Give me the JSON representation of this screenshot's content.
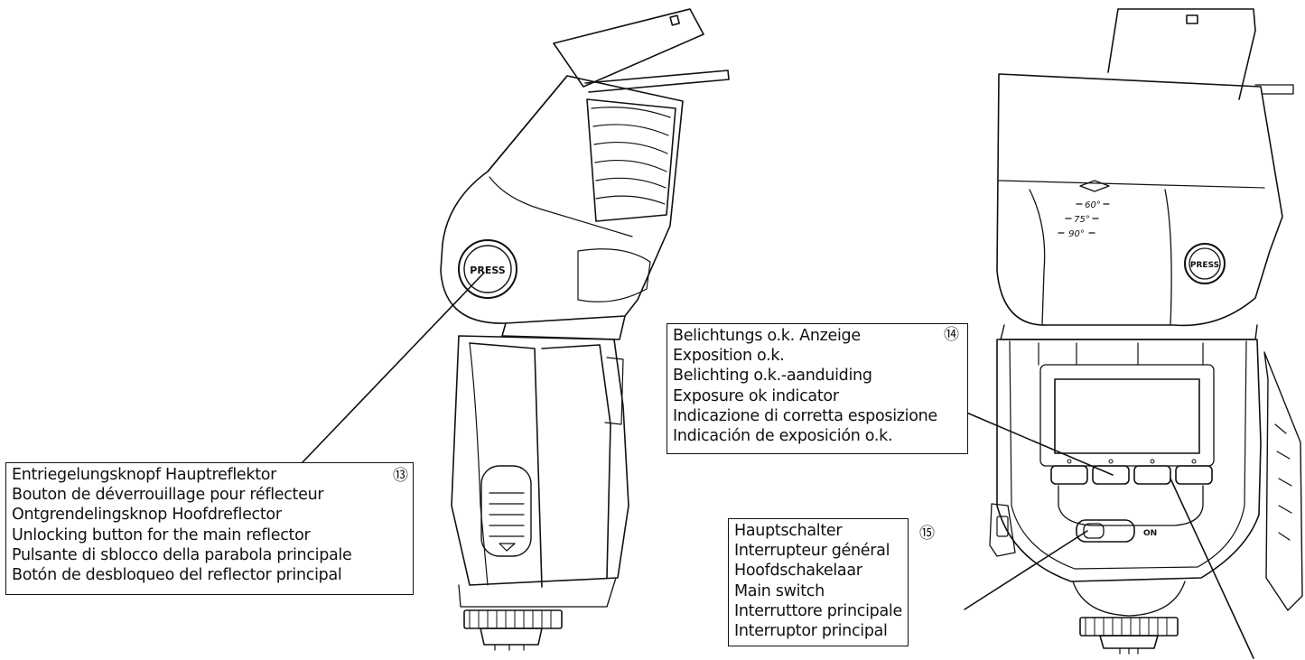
{
  "flash_left": {
    "button_text": "PRESS"
  },
  "flash_right": {
    "button_text": "PRESS",
    "angle_marks": [
      "60°",
      "75°",
      "90°"
    ],
    "switch_text": "ON"
  },
  "callouts": [
    {
      "number": "⑬",
      "lines": [
        "Entriegelungsknopf Hauptreflektor",
        "Bouton de déverrouillage pour réflecteur",
        "Ontgrendelingsknop Hoofdreflector",
        "Unlocking button for the main reflector",
        "Pulsante di sblocco della parabola principale",
        "Botón de desbloqueo del reflector principal"
      ]
    },
    {
      "number": "⑭",
      "lines": [
        "Belichtungs o.k. Anzeige",
        "Exposition o.k.",
        "Belichting o.k.-aanduiding",
        "Exposure ok indicator",
        "Indicazione di corretta esposizione",
        "Indicación de exposición o.k."
      ]
    },
    {
      "number": "⑮",
      "lines": [
        "Hauptschalter",
        "Interrupteur général",
        "Hoofdschakelaar",
        "Main switch",
        "Interruttore principale",
        "Interruptor principal"
      ]
    }
  ]
}
